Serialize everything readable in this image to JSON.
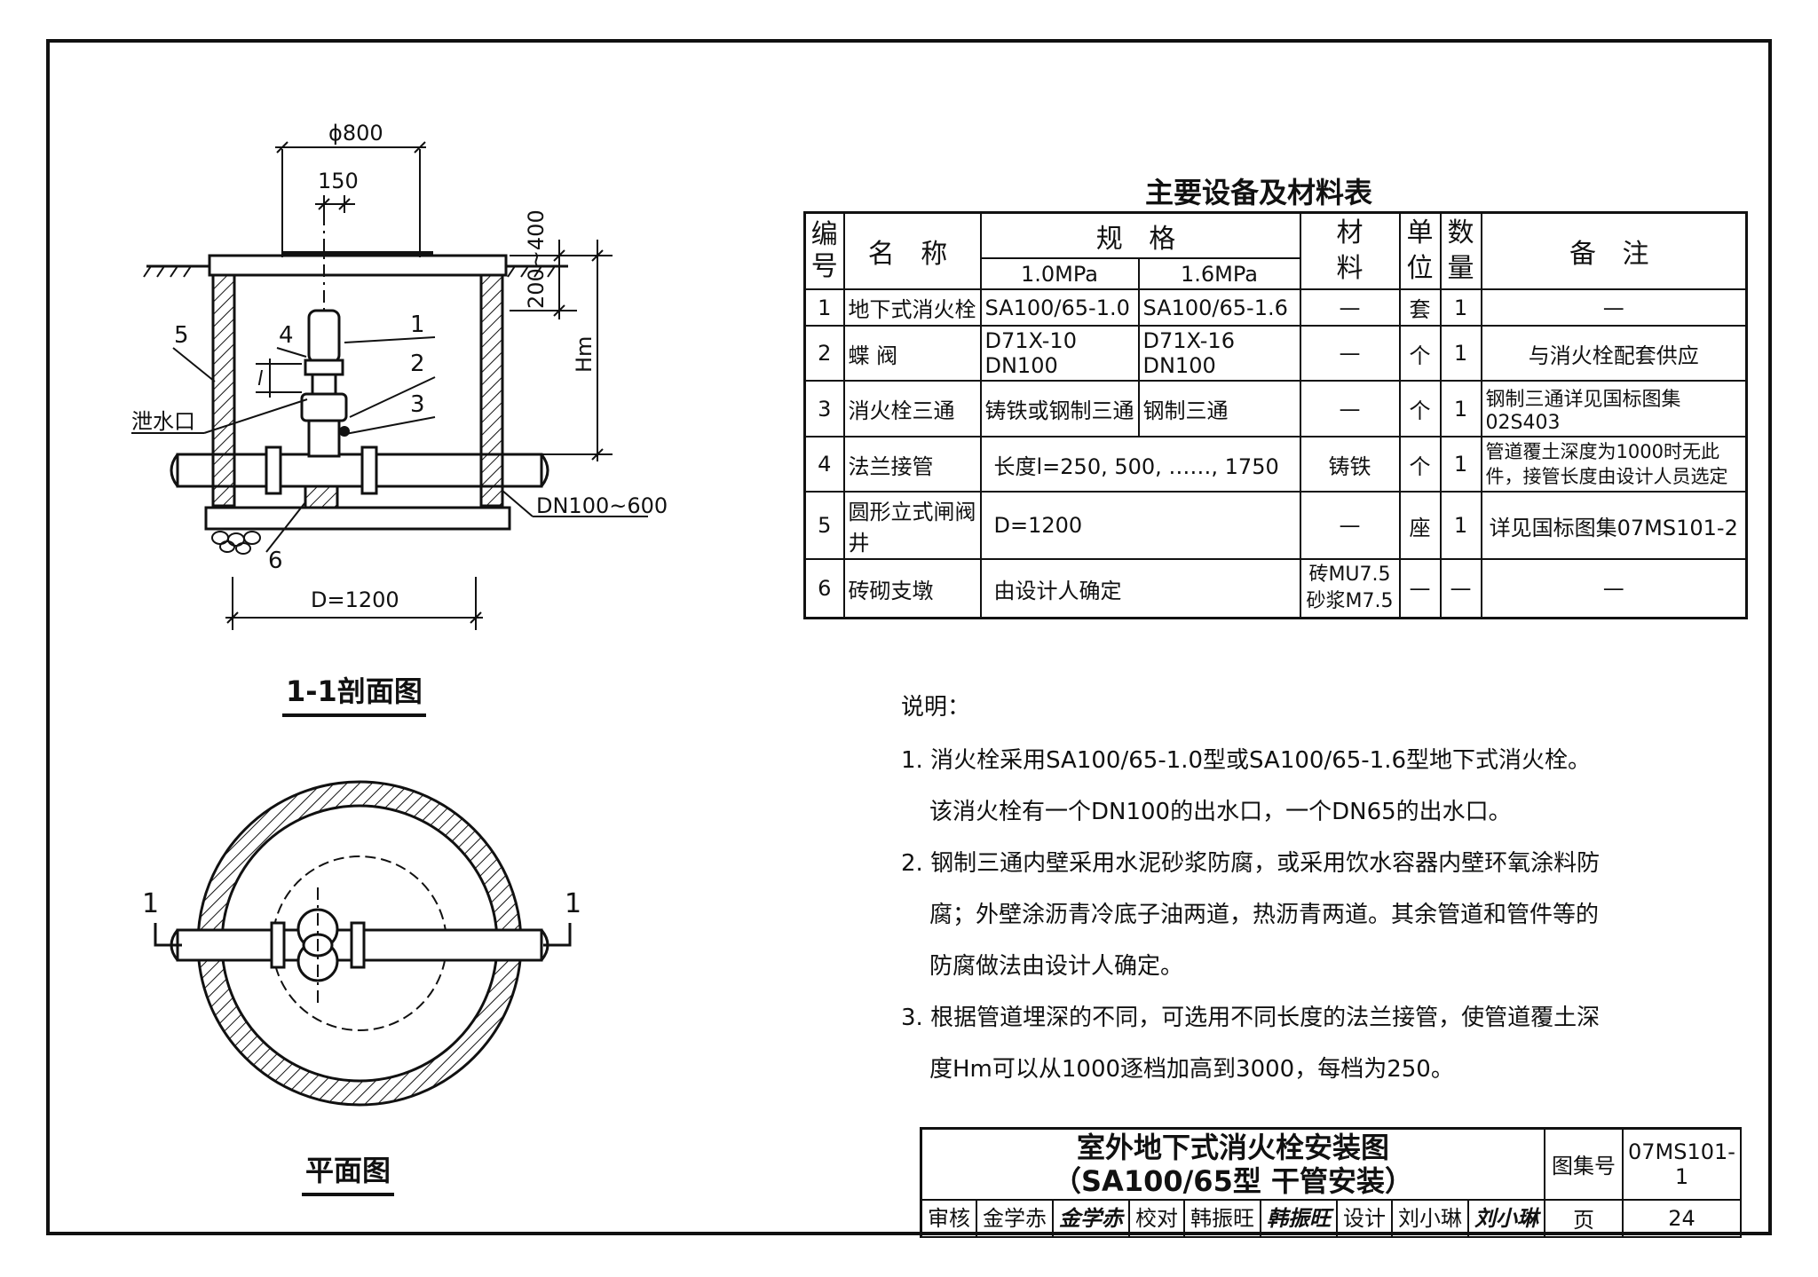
{
  "section_view": {
    "title": "1-1剖面图",
    "dim_diameter": "ϕ800",
    "dim_offset": "150",
    "dim_depth_range": "200~400",
    "dim_hm": "Hm",
    "dim_well": "D=1200",
    "pipe_label": "DN100~600",
    "drain_label": "泄水口",
    "callouts": [
      "1",
      "2",
      "3",
      "4",
      "5",
      "6"
    ],
    "length_symbol": "l"
  },
  "plan_view": {
    "title": "平面图",
    "section_mark": "1"
  },
  "table": {
    "title": "主要设备及材料表",
    "headers": {
      "no": "编号",
      "name": "名 称",
      "spec": "规 格",
      "spec_a": "1.0MPa",
      "spec_b": "1.6MPa",
      "material": "材料",
      "unit": "单位",
      "qty": "数量",
      "remark": "备 注"
    },
    "rows": [
      {
        "no": "1",
        "name": "地下式消火栓",
        "spec_a": "SA100/65-1.0",
        "spec_b": "SA100/65-1.6",
        "material": "—",
        "unit": "套",
        "qty": "1",
        "remark": "—"
      },
      {
        "no": "2",
        "name": "蝶 阀",
        "spec_a": "D71X-10 DN100",
        "spec_b": "D71X-16 DN100",
        "material": "—",
        "unit": "个",
        "qty": "1",
        "remark": "与消火栓配套供应"
      },
      {
        "no": "3",
        "name": "消火栓三通",
        "spec_a": "铸铁或钢制三通",
        "spec_b": "钢制三通",
        "material": "—",
        "unit": "个",
        "qty": "1",
        "remark": "钢制三通详见国标图集02S403"
      },
      {
        "no": "4",
        "name": "法兰接管",
        "spec": "长度l=250, 500, ……, 1750",
        "material": "铸铁",
        "unit": "个",
        "qty": "1",
        "remark": "管道覆土深度为1000时无此件，接管长度由设计人员选定"
      },
      {
        "no": "5",
        "name": "圆形立式闸阀井",
        "spec": "D=1200",
        "material": "—",
        "unit": "座",
        "qty": "1",
        "remark": "详见国标图集07MS101-2"
      },
      {
        "no": "6",
        "name": "砖砌支墩",
        "spec": "由设计人确定",
        "material": "砖MU7.5 砂浆M7.5",
        "unit": "—",
        "qty": "—",
        "remark": "—"
      }
    ]
  },
  "notes": {
    "heading": "说明：",
    "items": [
      "1. 消火栓采用SA100/65-1.0型或SA100/65-1.6型地下式消火栓。该消火栓有一个DN100的出水口，一个DN65的出水口。",
      "2. 钢制三通内壁采用水泥砂浆防腐，或采用饮水容器内壁环氧涂料防腐；外壁涂沥青冷底子油两道，热沥青两道。其余管道和管件等的防腐做法由设计人确定。",
      "3. 根据管道埋深的不同，可选用不同长度的法兰接管，使管道覆土深度Hm可以从1000逐档加高到3000，每档为250。"
    ]
  },
  "title_block": {
    "title_line1": "室外地下式消火栓安装图",
    "title_line2": "（SA100/65型 干管安装）",
    "atlas_label": "图集号",
    "atlas_no": "07MS101-1",
    "page_label": "页",
    "page_no": "24",
    "review_label": "审核",
    "reviewer": "金学赤",
    "reviewer_sig": "金学赤",
    "check_label": "校对",
    "checker": "韩振旺",
    "checker_sig": "韩振旺",
    "design_label": "设计",
    "designer": "刘小琳",
    "designer_sig": "刘小琳"
  }
}
